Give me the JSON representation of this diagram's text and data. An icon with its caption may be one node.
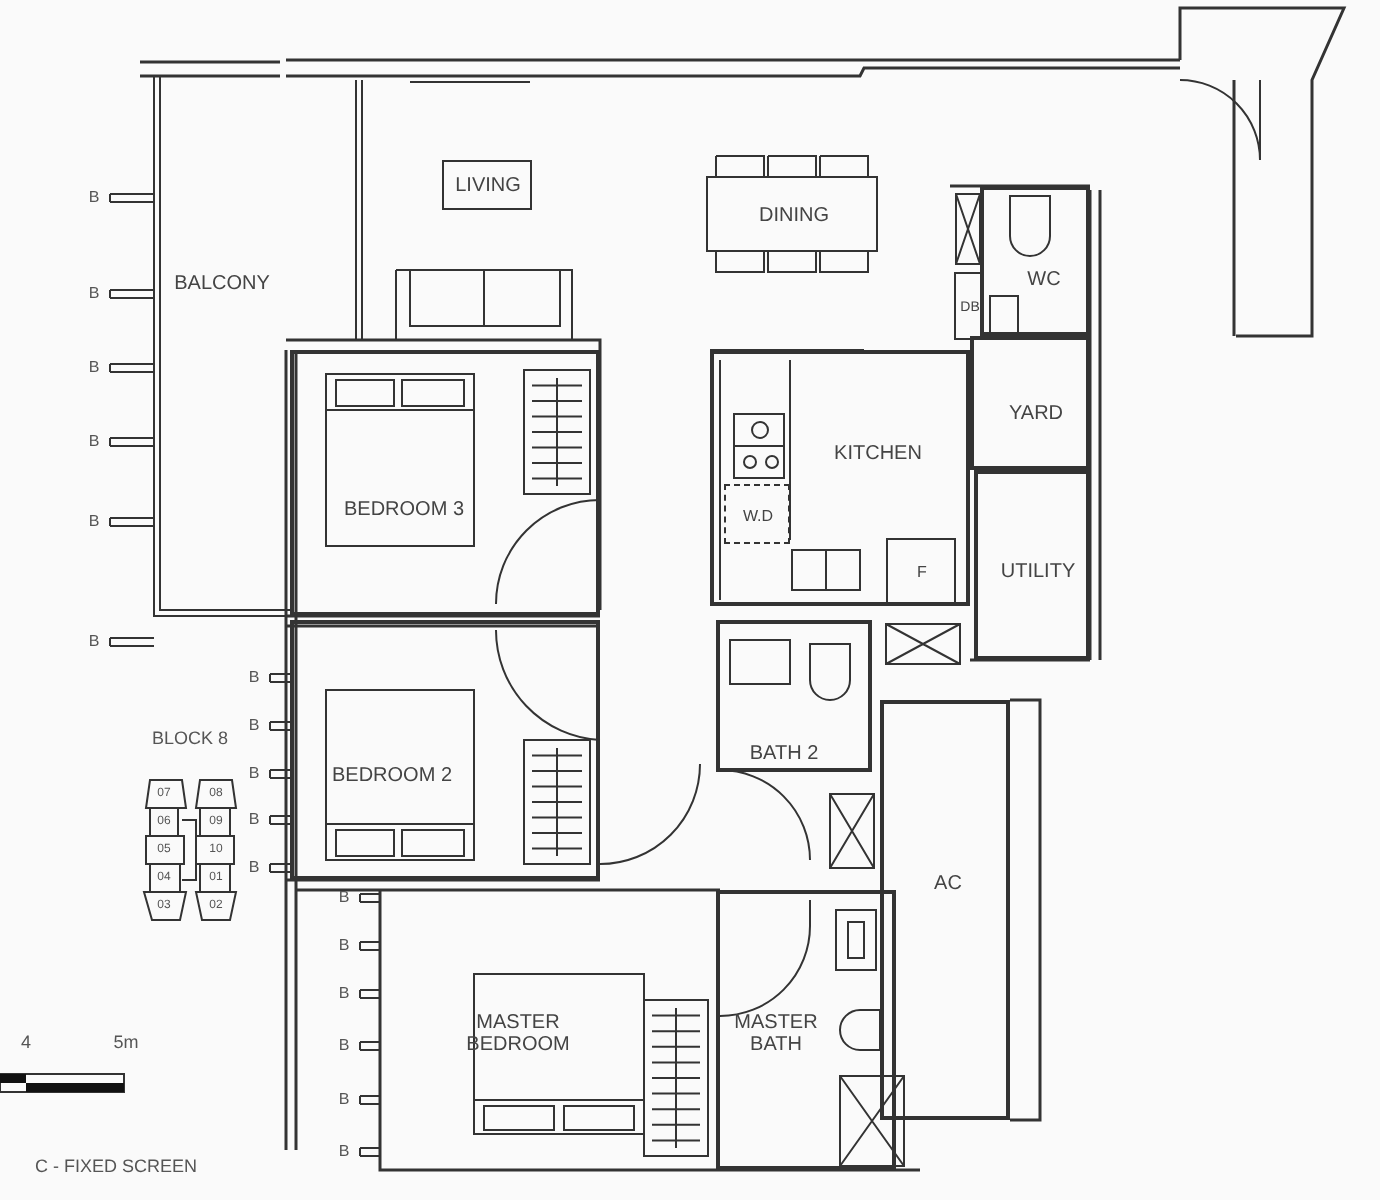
{
  "diagram": {
    "nodes": [
      {
        "text": [
          "LIVING"
        ]
      },
      {
        "text": [
          "DINING"
        ]
      },
      {
        "text": [
          "WC"
        ]
      },
      {
        "text": [
          "DB"
        ]
      },
      {
        "text": [
          "BALCONY"
        ]
      },
      {
        "text": [
          "BEDROOM 3"
        ]
      },
      {
        "text": [
          "KITCHEN"
        ]
      },
      {
        "text": [
          "W.D"
        ],
        "in": 6
      },
      {
        "text": [
          "F"
        ],
        "in": 6
      },
      {
        "text": [
          "YARD"
        ]
      },
      {
        "text": [
          "UTILITY"
        ]
      },
      {
        "text": [
          "BATH 2"
        ]
      },
      {
        "text": [
          "BEDROOM 2"
        ]
      },
      {
        "text": [
          "AC"
        ]
      },
      {
        "text": [
          "MASTER BEDROOM"
        ]
      },
      {
        "text": [
          "MASTER BATH"
        ]
      }
    ],
    "labels": [
      "B",
      "B",
      "B",
      "B",
      "B",
      "B",
      "BLOCK 8",
      "B",
      "B",
      "B",
      "B",
      "B",
      "07",
      "08",
      "06",
      "09",
      "05",
      "10",
      "04",
      "01",
      "03",
      "02",
      "B",
      "B",
      "B",
      "B",
      "B",
      "B",
      "4",
      "5m",
      "C - FIXED SCREEN"
    ]
  }
}
